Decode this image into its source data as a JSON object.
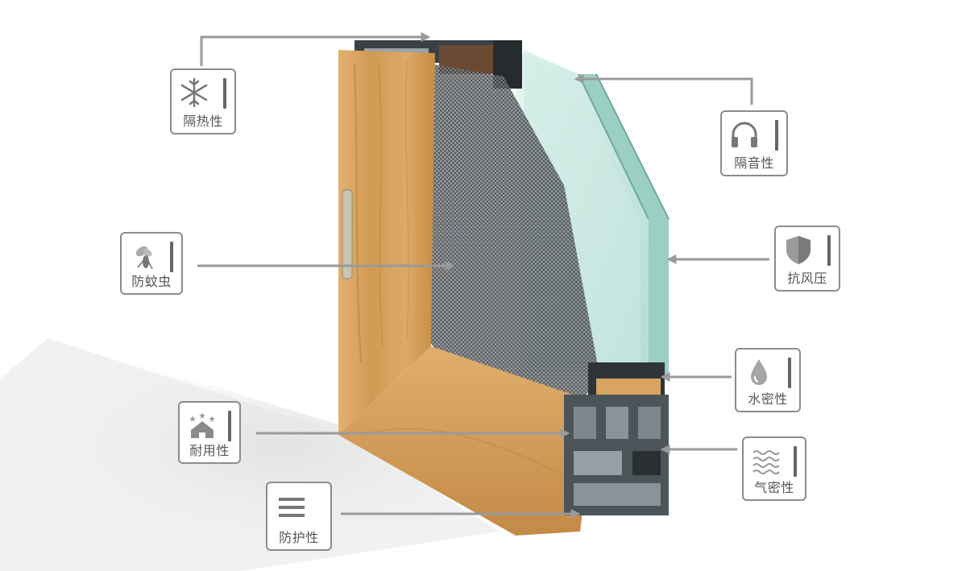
{
  "features": [
    {
      "id": "thermal-insulation",
      "label": "隔热性",
      "icon": "snowflake-icon"
    },
    {
      "id": "sound-insulation",
      "label": "隔音性",
      "icon": "headphones-icon"
    },
    {
      "id": "mosquito-proof",
      "label": "防蚊虫",
      "icon": "mosquito-icon"
    },
    {
      "id": "wind-pressure",
      "label": "抗风压",
      "icon": "shield-icon"
    },
    {
      "id": "water-tightness",
      "label": "水密性",
      "icon": "water-drop-icon"
    },
    {
      "id": "durability",
      "label": "耐用性",
      "icon": "house-stars-icon"
    },
    {
      "id": "air-tightness",
      "label": "气密性",
      "icon": "air-waves-icon"
    },
    {
      "id": "protection",
      "label": "防护性",
      "icon": "menu-lines-icon"
    }
  ],
  "colors": {
    "wood_light": "#d9a868",
    "wood_dark": "#b98042",
    "glass": "#bfe3dd",
    "frame_dark": "#2e3438",
    "badge_border": "#8c8c8c",
    "arrow": "#9a9a9a"
  }
}
